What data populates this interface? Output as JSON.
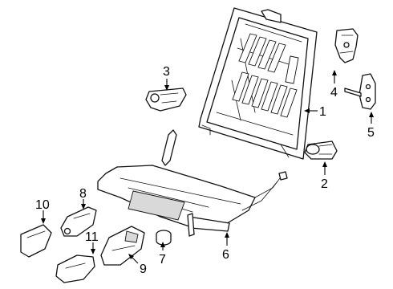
{
  "colors": {
    "line": "#111111",
    "background": "#ffffff",
    "callout": "#000000"
  },
  "callouts": [
    {
      "id": "1",
      "label": "1"
    },
    {
      "id": "2",
      "label": "2"
    },
    {
      "id": "3",
      "label": "3"
    },
    {
      "id": "4",
      "label": "4"
    },
    {
      "id": "5",
      "label": "5"
    },
    {
      "id": "6",
      "label": "6"
    },
    {
      "id": "7",
      "label": "7"
    },
    {
      "id": "8",
      "label": "8"
    },
    {
      "id": "9",
      "label": "9"
    },
    {
      "id": "10",
      "label": "10"
    },
    {
      "id": "11",
      "label": "11"
    }
  ]
}
